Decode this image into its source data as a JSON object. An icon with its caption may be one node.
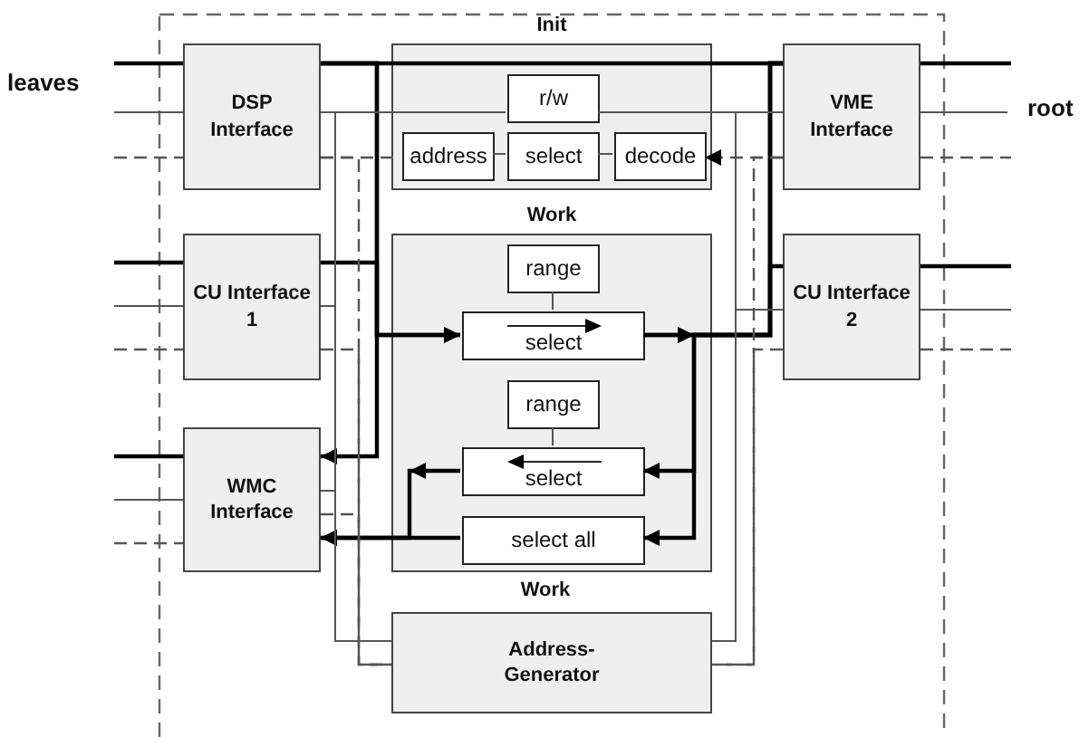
{
  "diagram": {
    "nodes": [
      {
        "text": [
          "DSP Interface"
        ]
      },
      {
        "text": [
          "Init"
        ]
      },
      {
        "text": [
          "r/w"
        ],
        "in": 1
      },
      {
        "text": [
          "address"
        ],
        "in": 1
      },
      {
        "text": [
          "select"
        ],
        "in": 1
      },
      {
        "text": [
          "decode"
        ],
        "in": 1
      },
      {
        "text": [
          "VME Interface"
        ]
      },
      {
        "text": [
          "CU Interface 1"
        ]
      },
      {
        "text": [
          "Work"
        ]
      },
      {
        "text": [
          "range"
        ],
        "in": 8
      },
      {
        "text": [
          "select"
        ],
        "in": 8
      },
      {
        "text": [
          "range"
        ],
        "in": 8
      },
      {
        "text": [
          "select"
        ],
        "in": 8
      },
      {
        "text": [
          "select all"
        ],
        "in": 8
      },
      {
        "text": [
          "CU Interface 2"
        ]
      },
      {
        "text": [
          "WMC Interface"
        ]
      },
      {
        "text": [
          "Address-Generator"
        ]
      }
    ],
    "edges": [
      {
        "from": null,
        "to": 0,
        "arrow": "none"
      },
      {
        "from": null,
        "to": 0,
        "arrow": "none",
        "color": "#555555"
      },
      {
        "from": null,
        "to": 0,
        "arrow": "none",
        "style": "dashed",
        "color": "#555555"
      },
      {
        "from": null,
        "to": 7,
        "arrow": "none"
      },
      {
        "from": null,
        "to": 7,
        "arrow": "none",
        "color": "#555555"
      },
      {
        "from": null,
        "to": 7,
        "arrow": "none",
        "style": "dashed",
        "color": "#555555"
      },
      {
        "from": null,
        "to": 15,
        "arrow": "none"
      },
      {
        "from": null,
        "to": 15,
        "arrow": "none",
        "color": "#555555"
      },
      {
        "from": null,
        "to": 15,
        "arrow": "none",
        "style": "dashed",
        "color": "#555555"
      },
      {
        "from": 6,
        "to": null,
        "arrow": "none"
      },
      {
        "from": 6,
        "to": null,
        "arrow": "none",
        "color": "#555555"
      },
      {
        "from": 6,
        "to": null,
        "arrow": "none",
        "style": "dashed",
        "color": "#555555"
      },
      {
        "from": 14,
        "to": null,
        "arrow": "none"
      },
      {
        "from": 14,
        "to": null,
        "arrow": "none",
        "color": "#555555"
      },
      {
        "from": 14,
        "to": null,
        "arrow": "none",
        "style": "dashed",
        "color": "#555555"
      },
      {
        "from": 0,
        "to": 6,
        "arrow": "none"
      },
      {
        "from": 0,
        "to": 10,
        "arrow": "to"
      },
      {
        "from": 7,
        "to": 10,
        "arrow": "to"
      },
      {
        "from": 0,
        "to": 15,
        "arrow": "to"
      },
      {
        "from": 10,
        "to": 6,
        "arrow": "to"
      },
      {
        "from": 10,
        "to": 14,
        "arrow": "to"
      },
      {
        "from": 6,
        "to": 12,
        "arrow": "to"
      },
      {
        "from": 6,
        "to": 13,
        "arrow": "to"
      },
      {
        "from": 12,
        "to": 15,
        "arrow": "to"
      },
      {
        "from": 13,
        "to": 15,
        "arrow": "to"
      },
      {
        "from": 0,
        "to": 2,
        "arrow": "none",
        "color": "#555555"
      },
      {
        "from": 2,
        "to": 6,
        "arrow": "none",
        "color": "#555555"
      },
      {
        "from": 0,
        "to": 16,
        "arrow": "none",
        "color": "#555555"
      },
      {
        "from": 7,
        "to": 16,
        "arrow": "none",
        "color": "#555555"
      },
      {
        "from": 15,
        "to": 16,
        "arrow": "none",
        "color": "#555555"
      },
      {
        "from": 6,
        "to": 16,
        "arrow": "none",
        "color": "#555555"
      },
      {
        "from": 14,
        "to": 16,
        "arrow": "none",
        "color": "#555555"
      },
      {
        "from": 0,
        "to": 3,
        "arrow": "none",
        "style": "dashed",
        "color": "#555555"
      },
      {
        "from": 6,
        "to": 5,
        "arrow": "to",
        "style": "dashed",
        "color": "#555555"
      },
      {
        "from": 0,
        "to": 16,
        "arrow": "none",
        "style": "dashed",
        "color": "#555555"
      },
      {
        "from": 7,
        "to": 16,
        "arrow": "none",
        "style": "dashed",
        "color": "#555555"
      },
      {
        "from": 15,
        "to": 16,
        "arrow": "none",
        "style": "dashed",
        "color": "#555555"
      },
      {
        "from": 6,
        "to": 16,
        "arrow": "none",
        "style": "dashed",
        "color": "#555555"
      },
      {
        "from": 14,
        "to": 16,
        "arrow": "none",
        "style": "dashed",
        "color": "#555555"
      },
      {
        "from": 3,
        "to": 4,
        "arrow": "none",
        "color": "#555555"
      },
      {
        "from": 4,
        "to": 5,
        "arrow": "none",
        "color": "#555555"
      },
      {
        "from": 9,
        "to": 10,
        "arrow": "none",
        "color": "#555555"
      },
      {
        "from": 11,
        "to": 12,
        "arrow": "none",
        "color": "#555555"
      }
    ],
    "labels": [
      "leaves",
      "root",
      "Work"
    ]
  }
}
